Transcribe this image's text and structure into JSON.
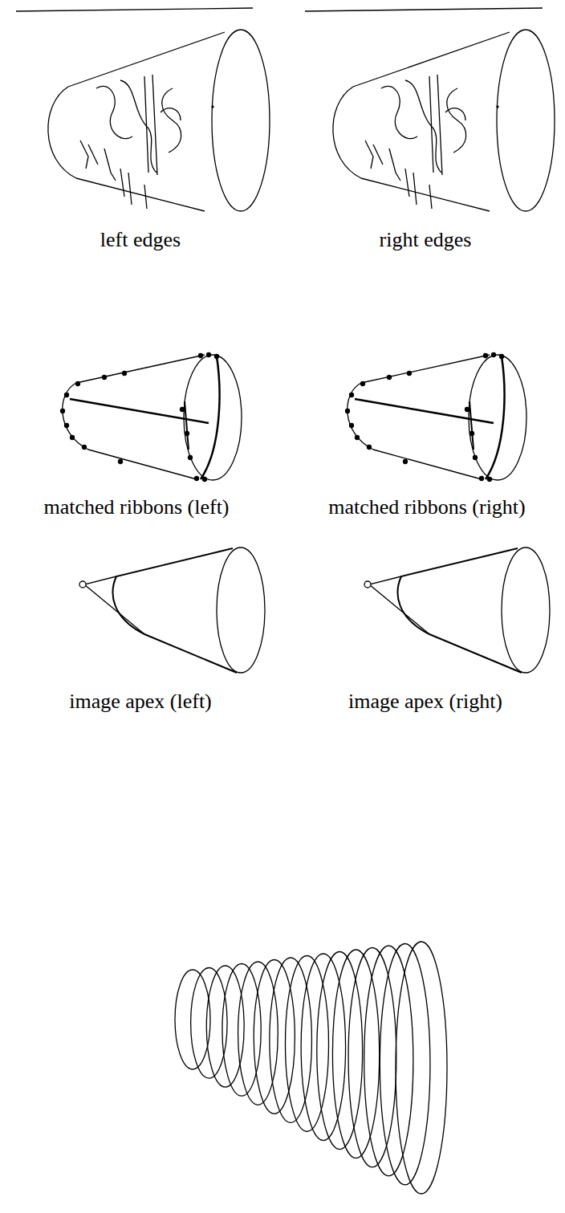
{
  "diagram": {
    "labels": [
      "left edges",
      "right edges",
      "matched ribbons (left)",
      "matched ribbons (right)",
      "image apex (left)",
      "image apex (right)"
    ]
  }
}
